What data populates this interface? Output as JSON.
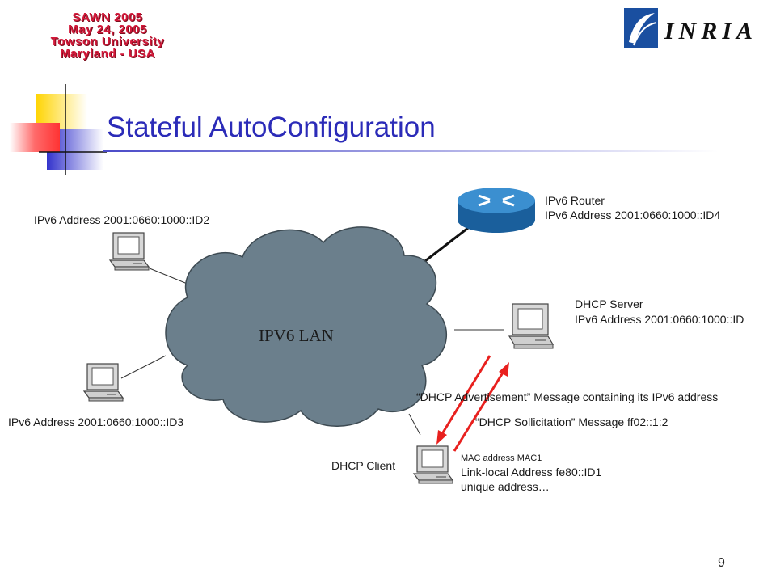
{
  "logos": {
    "event_lines": [
      "SAWN 2005",
      "May 24, 2005",
      "Towson University",
      "Maryland - USA"
    ],
    "org_name": "INRIA"
  },
  "slide": {
    "title": "Stateful AutoConfiguration",
    "number": "9"
  },
  "network": {
    "lan_label": "IPV6 LAN",
    "host_top_left": {
      "address": "IPv6 Address 2001:0660:1000::ID2"
    },
    "host_bottom_left": {
      "address": "IPv6 Address 2001:0660:1000::ID3"
    },
    "router": {
      "name": "IPv6 Router",
      "address": "IPv6 Address 2001:0660:1000::ID4"
    },
    "dhcp_server": {
      "name": "DHCP Server",
      "address": "IPv6 Address 2001:0660:1000::ID"
    },
    "dhcp_client": {
      "name": "DHCP Client",
      "mac": "MAC address MAC1",
      "link_local": "Link-local Address fe80::ID1",
      "note": "unique address…"
    },
    "messages": {
      "advertisement": "“DHCP Advertisement” Message containing its IPv6 address",
      "sollicitation": "“DHCP Sollicitation” Message ff02::1:2"
    }
  },
  "colors": {
    "title": "#2b2bb8",
    "cloud": "#6b7f8c",
    "arrow": "#e8201e",
    "deco_yellow": "#ffd400",
    "deco_red": "#ff3333",
    "deco_blue": "#3333cc",
    "router_blue": "#1f6fb0"
  },
  "icons": {
    "computer": "desktop-computer-icon",
    "router": "router-icon"
  }
}
